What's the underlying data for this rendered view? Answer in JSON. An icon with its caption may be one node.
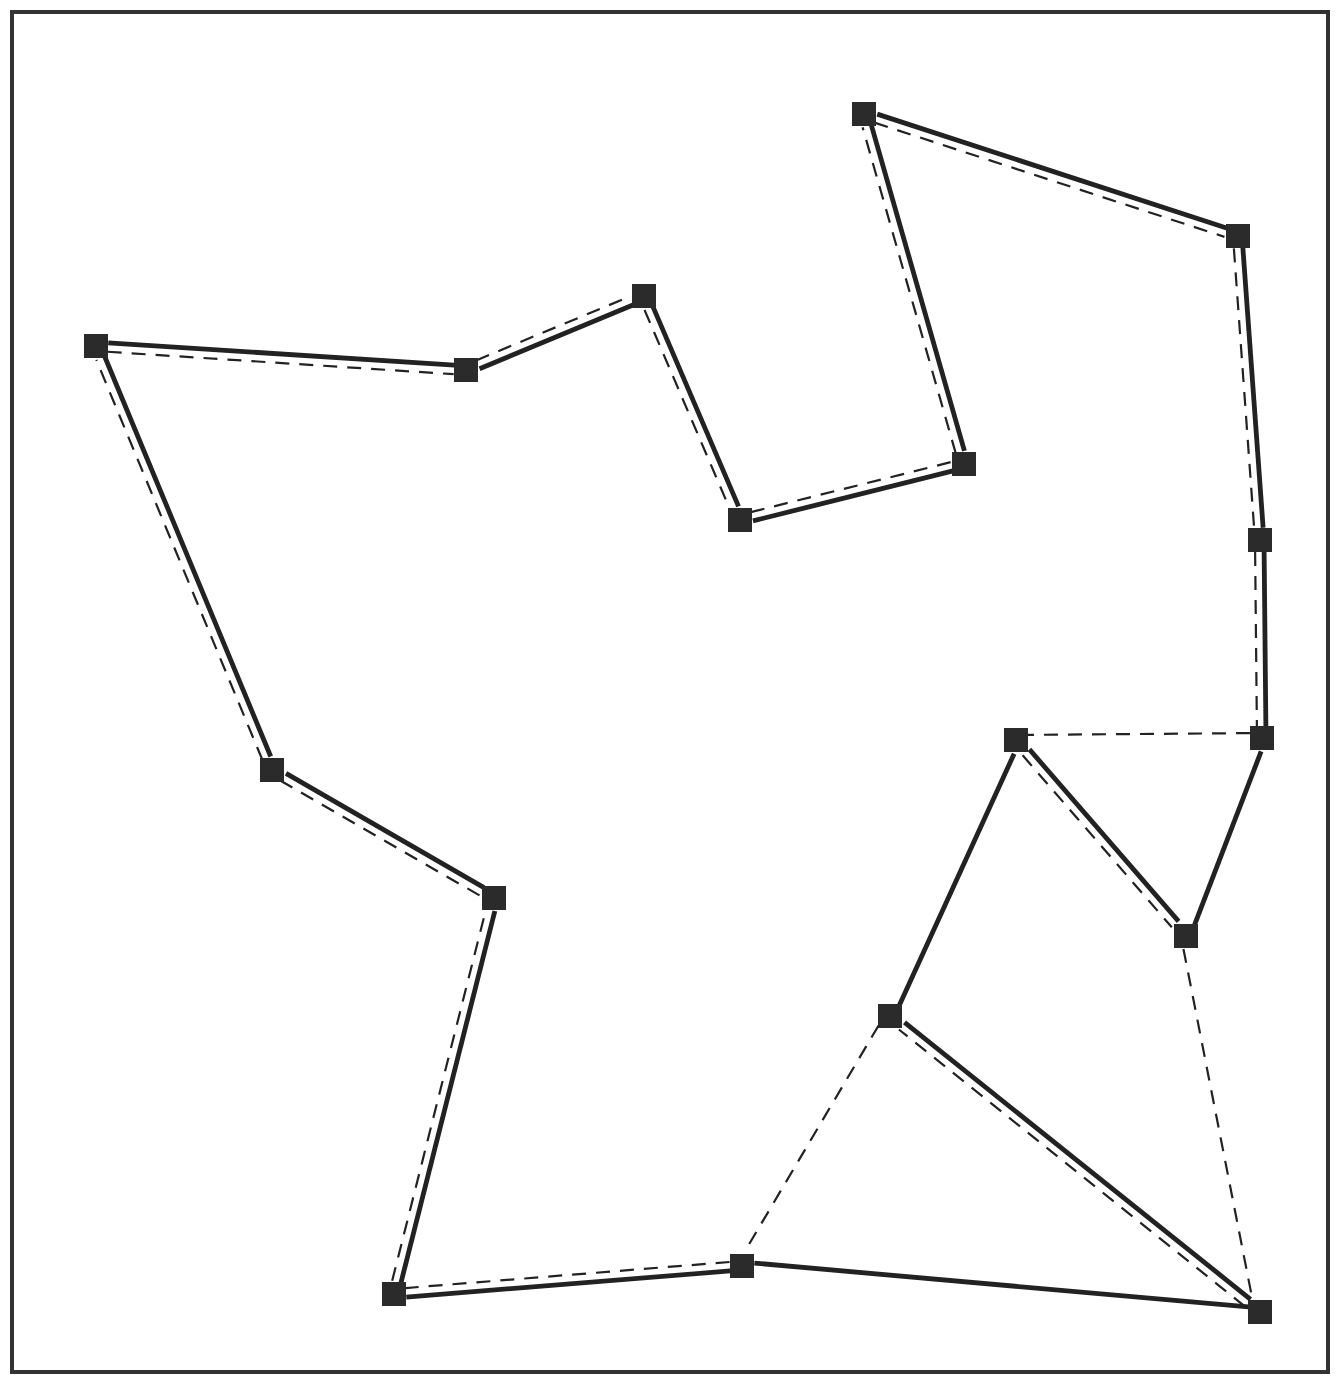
{
  "diagram": {
    "nodes": [
      {
        "text": [],
        "shape": "box"
      },
      {
        "text": [],
        "shape": "box"
      },
      {
        "text": [],
        "shape": "box"
      },
      {
        "text": [],
        "shape": "box"
      },
      {
        "text": [],
        "shape": "box"
      },
      {
        "text": [],
        "shape": "box"
      },
      {
        "text": [],
        "shape": "box"
      },
      {
        "text": [],
        "shape": "box"
      },
      {
        "text": [],
        "shape": "box"
      },
      {
        "text": [],
        "shape": "box"
      },
      {
        "text": [],
        "shape": "box"
      },
      {
        "text": [],
        "shape": "box"
      },
      {
        "text": [],
        "shape": "box"
      },
      {
        "text": [],
        "shape": "box"
      },
      {
        "text": [],
        "shape": "box"
      },
      {
        "text": [],
        "shape": "box"
      },
      {
        "text": [],
        "shape": "box"
      }
    ],
    "edges": [
      {
        "from": 0,
        "to": 1,
        "arrow": "none"
      },
      {
        "from": 1,
        "to": 7,
        "arrow": "none"
      },
      {
        "from": 7,
        "to": 8,
        "arrow": "none"
      },
      {
        "from": 8,
        "to": 12,
        "arrow": "none"
      },
      {
        "from": 12,
        "to": 9,
        "arrow": "none"
      },
      {
        "from": 9,
        "to": 13,
        "arrow": "none"
      },
      {
        "from": 13,
        "to": 16,
        "arrow": "none"
      },
      {
        "from": 16,
        "to": 14,
        "arrow": "none"
      },
      {
        "from": 14,
        "to": 15,
        "arrow": "none"
      },
      {
        "from": 15,
        "to": 11,
        "arrow": "none"
      },
      {
        "from": 11,
        "to": 10,
        "arrow": "none"
      },
      {
        "from": 10,
        "to": 3,
        "arrow": "none"
      },
      {
        "from": 3,
        "to": 4,
        "arrow": "none"
      },
      {
        "from": 4,
        "to": 2,
        "arrow": "none"
      },
      {
        "from": 2,
        "to": 6,
        "arrow": "none"
      },
      {
        "from": 6,
        "to": 5,
        "arrow": "none"
      },
      {
        "from": 5,
        "to": 0,
        "arrow": "none"
      },
      {
        "from": 0,
        "to": 1,
        "arrow": "none",
        "style": "dashed"
      },
      {
        "from": 1,
        "to": 7,
        "arrow": "none",
        "style": "dashed"
      },
      {
        "from": 7,
        "to": 8,
        "arrow": "none",
        "style": "dashed"
      },
      {
        "from": 8,
        "to": 9,
        "arrow": "none",
        "style": "dashed"
      },
      {
        "from": 9,
        "to": 12,
        "arrow": "none",
        "style": "dashed"
      },
      {
        "from": 12,
        "to": 16,
        "arrow": "none",
        "style": "dashed"
      },
      {
        "from": 16,
        "to": 13,
        "arrow": "none",
        "style": "dashed"
      },
      {
        "from": 13,
        "to": 14,
        "arrow": "none",
        "style": "dashed"
      },
      {
        "from": 14,
        "to": 15,
        "arrow": "none",
        "style": "dashed"
      },
      {
        "from": 15,
        "to": 11,
        "arrow": "none",
        "style": "dashed"
      },
      {
        "from": 11,
        "to": 10,
        "arrow": "none",
        "style": "dashed"
      },
      {
        "from": 10,
        "to": 3,
        "arrow": "none",
        "style": "dashed"
      },
      {
        "from": 3,
        "to": 4,
        "arrow": "none",
        "style": "dashed"
      },
      {
        "from": 4,
        "to": 2,
        "arrow": "none",
        "style": "dashed"
      },
      {
        "from": 2,
        "to": 6,
        "arrow": "none",
        "style": "dashed"
      },
      {
        "from": 6,
        "to": 5,
        "arrow": "none",
        "style": "dashed"
      },
      {
        "from": 5,
        "to": 0,
        "arrow": "none",
        "style": "dashed"
      }
    ]
  }
}
